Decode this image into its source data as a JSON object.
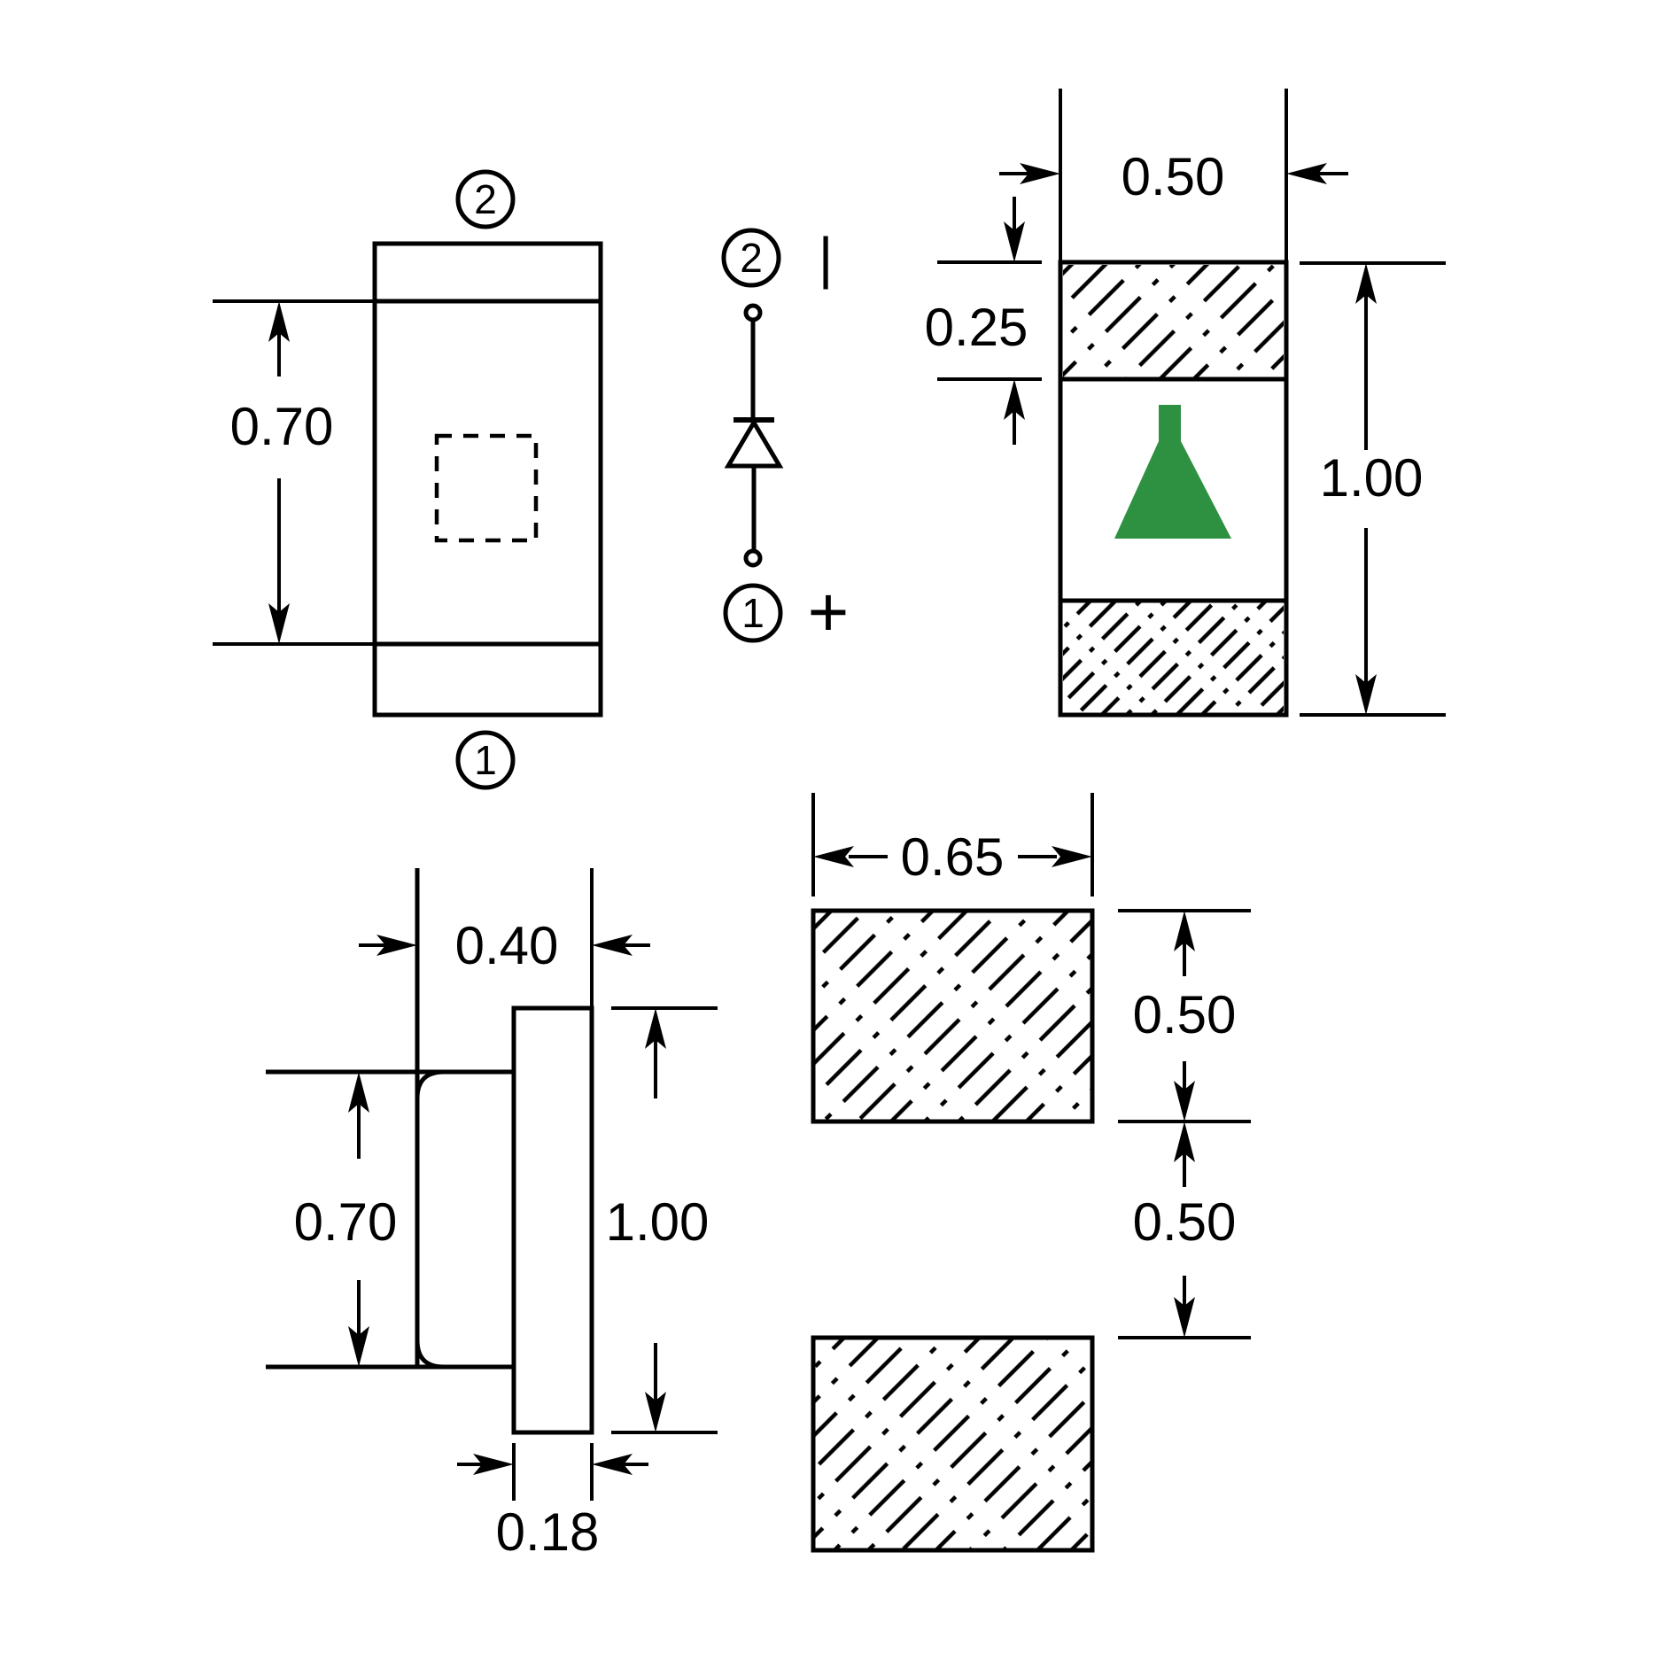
{
  "drawing": {
    "background": "#ffffff",
    "line_color": "#000000",
    "polarity_mark_color": "#2d9141"
  },
  "top_view": {
    "pin_top_label": "2",
    "pin_bottom_label": "1",
    "body_span_dim": "0.70"
  },
  "schematic_symbol": {
    "pin_top_label": "2",
    "pin_top_polarity_mark": "|",
    "pin_bottom_label": "1",
    "pin_bottom_polarity_mark": "+"
  },
  "front_view": {
    "width_dim": "0.50",
    "terminal_height_dim": "0.25",
    "overall_height_dim": "1.00"
  },
  "side_view": {
    "overall_width_dim": "0.40",
    "body_height_dim": "0.70",
    "overall_height_dim": "1.00",
    "terminal_thickness_dim": "0.18"
  },
  "land_pattern": {
    "pad_width_dim": "0.65",
    "pad_height_dim": "0.50",
    "pad_gap_dim": "0.50"
  }
}
